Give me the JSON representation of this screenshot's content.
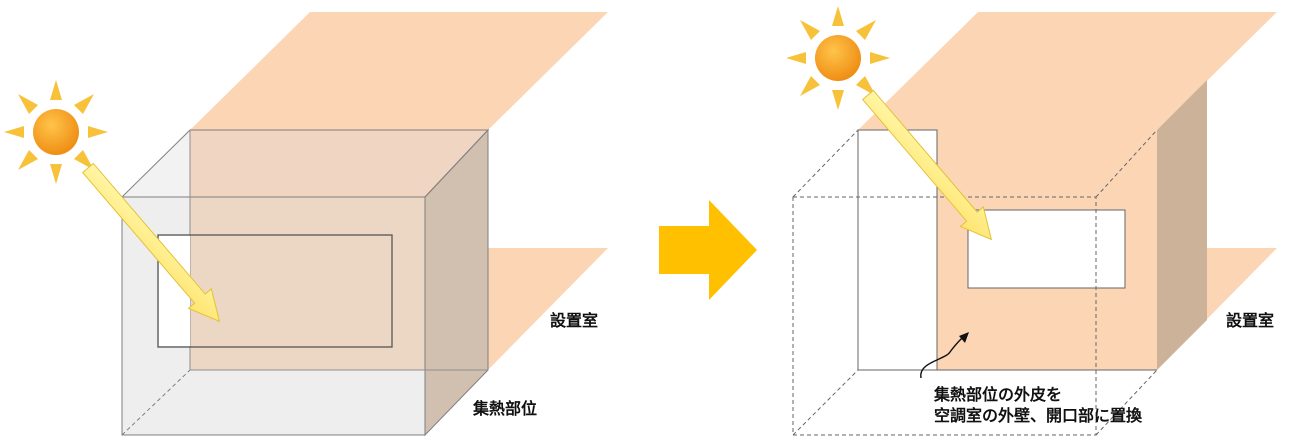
{
  "left_diagram": {
    "room_label": "設置室",
    "collector_label": "集熱部位"
  },
  "right_diagram": {
    "room_label": "設置室",
    "note_line1": "集熱部位の外皮を",
    "note_line2": "空調室の外壁、開口部に置換"
  },
  "colors": {
    "floor_fill": "#fcd5b5",
    "side_fill": "#d8c0aa",
    "glass_fill": "#e6e6e6",
    "sun_core": "#f5a623",
    "sun_rays": "#f7c13a",
    "arrow_fill": "#ffc000",
    "sunbeam_fill": "#fff48f"
  },
  "icons": [
    "sun-icon",
    "sunbeam-arrow-icon",
    "right-arrow-icon",
    "curved-pointer-icon"
  ]
}
